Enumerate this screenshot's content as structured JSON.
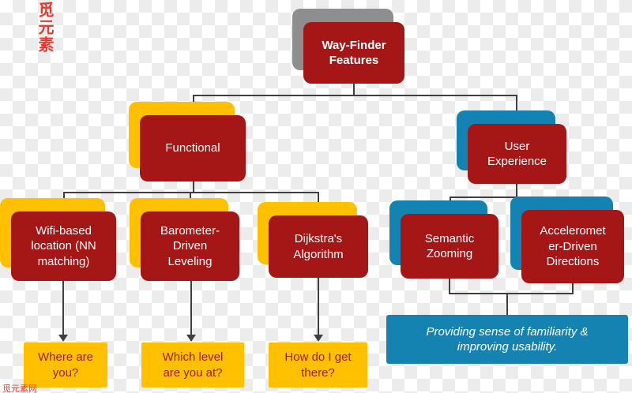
{
  "colors": {
    "red": "#A51717",
    "gold": "#FFC000",
    "blue": "#1583B2",
    "gray": "#8E8E8E",
    "line": "#3F3F3F",
    "gold_text": "#9E1B1B",
    "watermark": "#E8372D",
    "checker": "#ECECEC"
  },
  "watermarks": {
    "top_left": "觅元素",
    "bottom_left": "觅元素网"
  },
  "tree": {
    "root": {
      "label": "Way-Finder\nFeatures"
    },
    "branches": [
      {
        "label": "Functional"
      },
      {
        "label": "User\nExperience"
      }
    ],
    "functional_children": [
      {
        "label": "Wifi-based\nlocation (NN\nmatching)"
      },
      {
        "label": "Barometer-\nDriven\nLeveling"
      },
      {
        "label": "Dijkstra's\nAlgorithm"
      }
    ],
    "ux_children": [
      {
        "label": "Semantic\nZooming"
      },
      {
        "label": "Acceleromet\ner-Driven\nDirections"
      }
    ],
    "questions": [
      {
        "label": "Where are\nyou?"
      },
      {
        "label": "Which level\nare you at?"
      },
      {
        "label": "How do I get\nthere?"
      }
    ],
    "ux_outcome": {
      "label": "Providing sense of familiarity &\nimproving usability."
    }
  }
}
